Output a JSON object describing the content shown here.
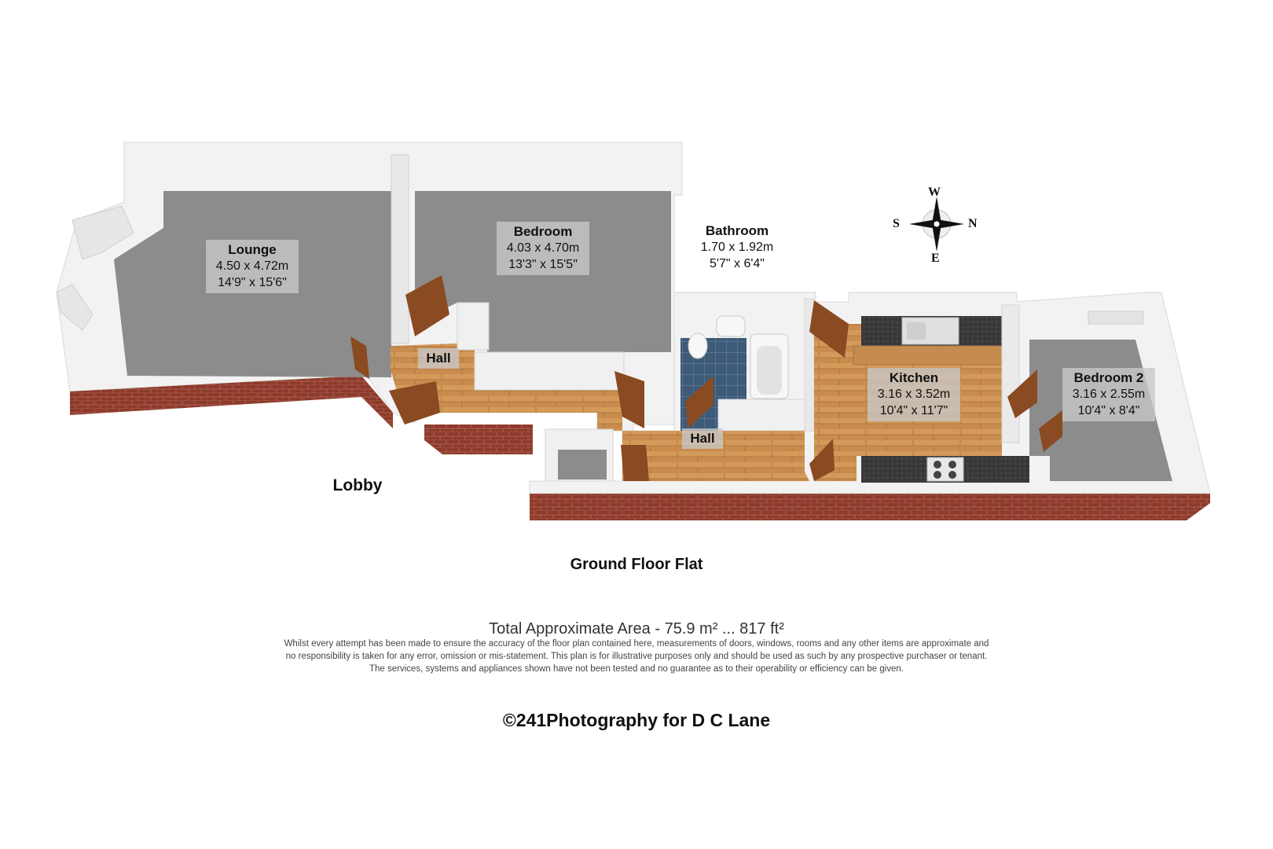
{
  "floor_title": "Ground Floor Flat",
  "rooms": {
    "lounge": {
      "name": "Lounge",
      "metric": "4.50 x 4.72m",
      "imperial": "14'9\" x 15'6\""
    },
    "bedroom": {
      "name": "Bedroom",
      "metric": "4.03 x 4.70m",
      "imperial": "13'3\" x 15'5\""
    },
    "bathroom": {
      "name": "Bathroom",
      "metric": "1.70 x 1.92m",
      "imperial": "5'7\" x 6'4\""
    },
    "kitchen": {
      "name": "Kitchen",
      "metric": "3.16 x 3.52m",
      "imperial": "10'4\" x 11'7\""
    },
    "bedroom2": {
      "name": "Bedroom 2",
      "metric": "3.16 x 2.55m",
      "imperial": "10'4\" x 8'4\""
    },
    "hall_left": {
      "name": "Hall"
    },
    "hall_right": {
      "name": "Hall"
    },
    "lobby": {
      "name": "Lobby"
    }
  },
  "compass": {
    "north": "N",
    "south": "S",
    "east": "E",
    "west": "W"
  },
  "area_text": "Total Approximate Area - 75.9 m² ... 817 ft²",
  "disclaimer": {
    "line1": "Whilst every attempt has been made to ensure the accuracy of the floor plan contained here, measurements of doors, windows, rooms and any other items are approximate and",
    "line2": "no responsibility is taken for any error, omission or mis-statement.  This plan is for illustrative purposes only and should be used as such by any prospective purchaser or tenant.",
    "line3": "The services, systems and appliances shown have not been tested and no guarantee as to their operability or efficiency can be given."
  },
  "copyright": "©241Photography for D C Lane",
  "colors": {
    "brick": "#8e3b2c",
    "wall": "#f2f2f2",
    "carpet": "#8c8c8c",
    "wood": "#c98c4e",
    "tile": "#3d5a78",
    "worktop": "#3a3a3a"
  }
}
